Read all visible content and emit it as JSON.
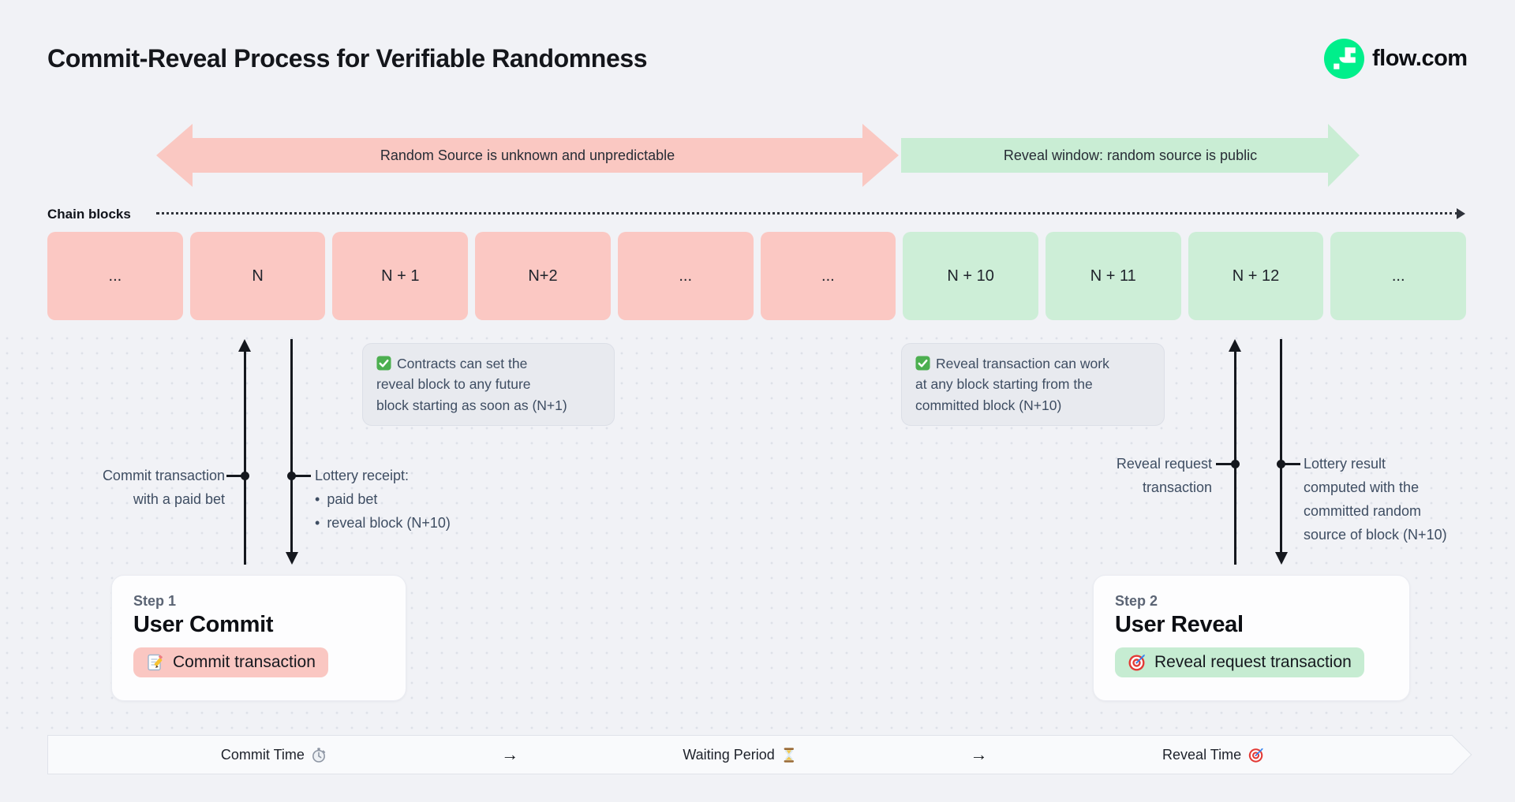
{
  "title": "Commit-Reveal Process for Verifiable Randomness",
  "brand": {
    "label": "flow.com"
  },
  "banners": {
    "unpredictable": "Random Source is unknown and unpredictable",
    "reveal": "Reveal window: random source is public"
  },
  "chain": {
    "label": "Chain blocks",
    "blocks": [
      {
        "label": "...",
        "phase": "commit"
      },
      {
        "label": "N",
        "phase": "commit"
      },
      {
        "label": "N + 1",
        "phase": "commit"
      },
      {
        "label": "N+2",
        "phase": "commit"
      },
      {
        "label": "...",
        "phase": "commit"
      },
      {
        "label": "...",
        "phase": "commit"
      },
      {
        "label": "N + 10",
        "phase": "reveal"
      },
      {
        "label": "N + 11",
        "phase": "reveal"
      },
      {
        "label": "N + 12",
        "phase": "reveal"
      },
      {
        "label": "...",
        "phase": "reveal"
      }
    ]
  },
  "notes": {
    "left_lines": [
      "Contracts can set the",
      "reveal block to any future",
      "block starting as soon as (N+1)"
    ],
    "right_lines": [
      "Reveal transaction can work",
      "at any block starting from the",
      "committed block (N+10)"
    ]
  },
  "commit_flow": {
    "up_lines": [
      "Commit transaction",
      "with a paid bet"
    ],
    "down_title": "Lottery receipt:",
    "down_bullets": [
      "paid bet",
      "reveal block (N+10)"
    ]
  },
  "reveal_flow": {
    "up_lines": [
      "Reveal request",
      "transaction"
    ],
    "down_lines": [
      "Lottery result",
      "computed with the",
      "committed random",
      "source of block (N+10)"
    ]
  },
  "steps": {
    "commit": {
      "eyebrow": "Step 1",
      "title": "User Commit",
      "button": "Commit transaction"
    },
    "reveal": {
      "eyebrow": "Step 2",
      "title": "User Reveal",
      "button": "Reveal request transaction"
    }
  },
  "timeline": {
    "commit": "Commit Time",
    "waiting": "Waiting Period",
    "reveal": "Reveal Time",
    "arrow": "→"
  },
  "icons": {
    "logo": "flow-logo",
    "check": "check-icon",
    "memo": "memo-icon",
    "target": "target-icon",
    "stopwatch": "stopwatch-icon",
    "hourglass": "hourglass-icon"
  },
  "colors": {
    "flow_green": "#00ef8b",
    "commit_pink": "#fbc8c3",
    "reveal_green": "#cdeed7",
    "background": "#f1f2f6"
  }
}
